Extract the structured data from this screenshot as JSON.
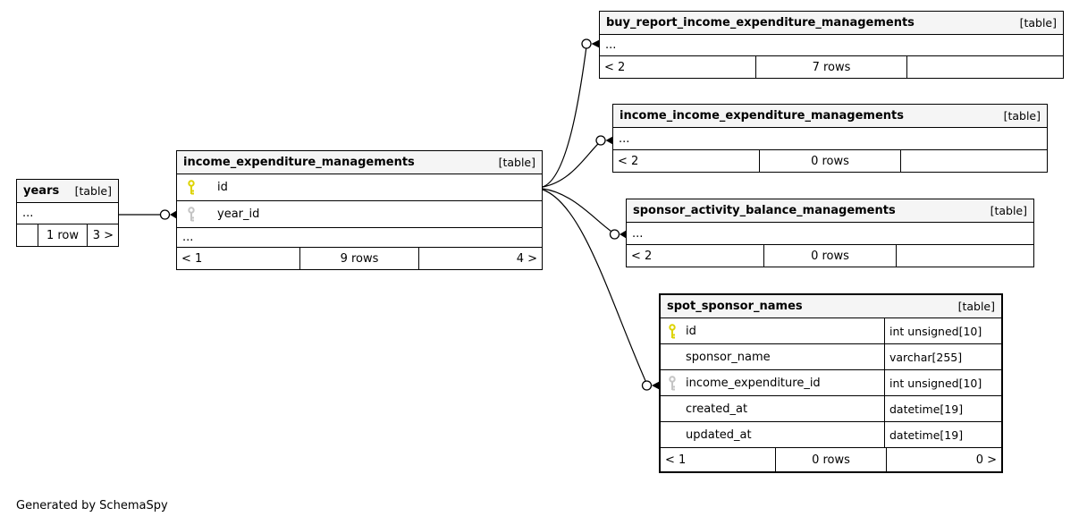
{
  "caption": "Generated by SchemaSpy",
  "colors": {
    "header_bg": "#f5f5f5",
    "border": "#000000",
    "pk_key_color": "#ddd300",
    "fk_key_color": "#c4c4c4"
  },
  "tables": {
    "years": {
      "name": "years",
      "badge": "[table]",
      "ellipsis": "...",
      "footer": {
        "left": "",
        "center": "1 row",
        "right": "3 >"
      }
    },
    "iem": {
      "name": "income_expenditure_managements",
      "badge": "[table]",
      "columns": [
        {
          "name": "id",
          "key": "primary"
        },
        {
          "name": "year_id",
          "key": "foreign"
        }
      ],
      "ellipsis": "...",
      "footer": {
        "left": "< 1",
        "center": "9 rows",
        "right": "4 >"
      }
    },
    "buy_report": {
      "name": "buy_report_income_expenditure_managements",
      "badge": "[table]",
      "ellipsis": "...",
      "footer": {
        "left": "< 2",
        "center": "7 rows",
        "right": ""
      }
    },
    "income_income": {
      "name": "income_income_expenditure_managements",
      "badge": "[table]",
      "ellipsis": "...",
      "footer": {
        "left": "< 2",
        "center": "0 rows",
        "right": ""
      }
    },
    "sponsor_activity": {
      "name": "sponsor_activity_balance_managements",
      "badge": "[table]",
      "ellipsis": "...",
      "footer": {
        "left": "< 2",
        "center": "0 rows",
        "right": ""
      }
    },
    "spot_sponsor": {
      "name": "spot_sponsor_names",
      "badge": "[table]",
      "columns": [
        {
          "name": "id",
          "type": "int unsigned[10]",
          "key": "primary"
        },
        {
          "name": "sponsor_name",
          "type": "varchar[255]",
          "key": ""
        },
        {
          "name": "income_expenditure_id",
          "type": "int unsigned[10]",
          "key": "foreign"
        },
        {
          "name": "created_at",
          "type": "datetime[19]",
          "key": ""
        },
        {
          "name": "updated_at",
          "type": "datetime[19]",
          "key": ""
        }
      ],
      "footer": {
        "left": "< 1",
        "center": "0 rows",
        "right": "0 >"
      }
    }
  },
  "relationships": [
    {
      "from": "years",
      "to": "income_expenditure_managements.year_id"
    },
    {
      "from": "income_expenditure_managements.id",
      "to": "buy_report_income_expenditure_managements"
    },
    {
      "from": "income_expenditure_managements.id",
      "to": "income_income_expenditure_managements"
    },
    {
      "from": "income_expenditure_managements.id",
      "to": "sponsor_activity_balance_managements"
    },
    {
      "from": "income_expenditure_managements.id",
      "to": "spot_sponsor_names.income_expenditure_id"
    }
  ]
}
